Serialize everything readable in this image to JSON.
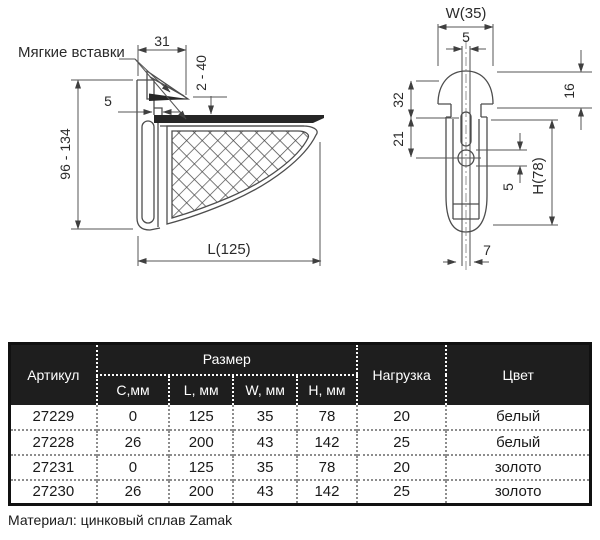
{
  "drawing": {
    "callout": "Мягкие вставки",
    "side_view": {
      "dim_top_width": "31",
      "dim_opening_range": "2 - 40",
      "dim_slot": "5",
      "dim_height_range": "96 - 134",
      "dim_length": "L(125)"
    },
    "front_view": {
      "dim_width": "W(35)",
      "dim_slit_top": "5",
      "dim_32": "32",
      "dim_21": "21",
      "dim_16": "16",
      "dim_height": "H(78)",
      "dim_hole": "5",
      "dim_bottom": "7"
    }
  },
  "table": {
    "header": {
      "article": "Артикул",
      "size_group": "Размер",
      "size_cols": [
        "C,мм",
        "L, мм",
        "W, мм",
        "H, мм"
      ],
      "load": "Нагрузка",
      "color": "Цвет"
    },
    "rows": [
      [
        "27229",
        "0",
        "125",
        "35",
        "78",
        "20",
        "белый"
      ],
      [
        "27228",
        "26",
        "200",
        "43",
        "142",
        "25",
        "белый"
      ],
      [
        "27231",
        "0",
        "125",
        "35",
        "78",
        "20",
        "золото"
      ],
      [
        "27230",
        "26",
        "200",
        "43",
        "142",
        "25",
        "золото"
      ]
    ]
  },
  "footer": {
    "material": "Материал: цинковый сплав Zamak"
  },
  "colors": {
    "header_bg": "#1e1e1e",
    "header_text": "#ffffff",
    "body_text": "#1a1a1a",
    "drawing_line": "#4d4d4d",
    "insert_fill": "#262626"
  }
}
